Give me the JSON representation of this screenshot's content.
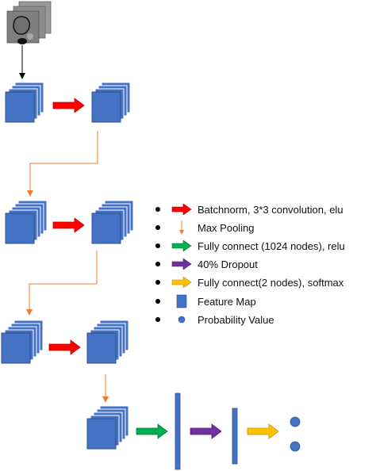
{
  "colors": {
    "feature_map": "#4472c4",
    "feature_map_border": "#2f528f",
    "batchnorm_conv": "#ff0000",
    "max_pooling": "#ed7d31",
    "fully_connect_relu": "#00b050",
    "dropout": "#7030a0",
    "fully_connect_softmax": "#ffc000"
  },
  "legend": {
    "items": [
      {
        "icon": "red-arrow-icon",
        "label": "Batchnorm, 3*3 convolution, elu"
      },
      {
        "icon": "orange-thin-arrow-icon",
        "label": "Max Pooling"
      },
      {
        "icon": "green-arrow-icon",
        "label": "Fully connect (1024 nodes), relu"
      },
      {
        "icon": "purple-arrow-icon",
        "label": "40% Dropout"
      },
      {
        "icon": "yellow-arrow-icon",
        "label": "Fully connect(2 nodes), softmax"
      },
      {
        "icon": "blue-square-icon",
        "label": "Feature Map"
      },
      {
        "icon": "blue-dot-icon",
        "label": "Probability Value"
      }
    ]
  }
}
